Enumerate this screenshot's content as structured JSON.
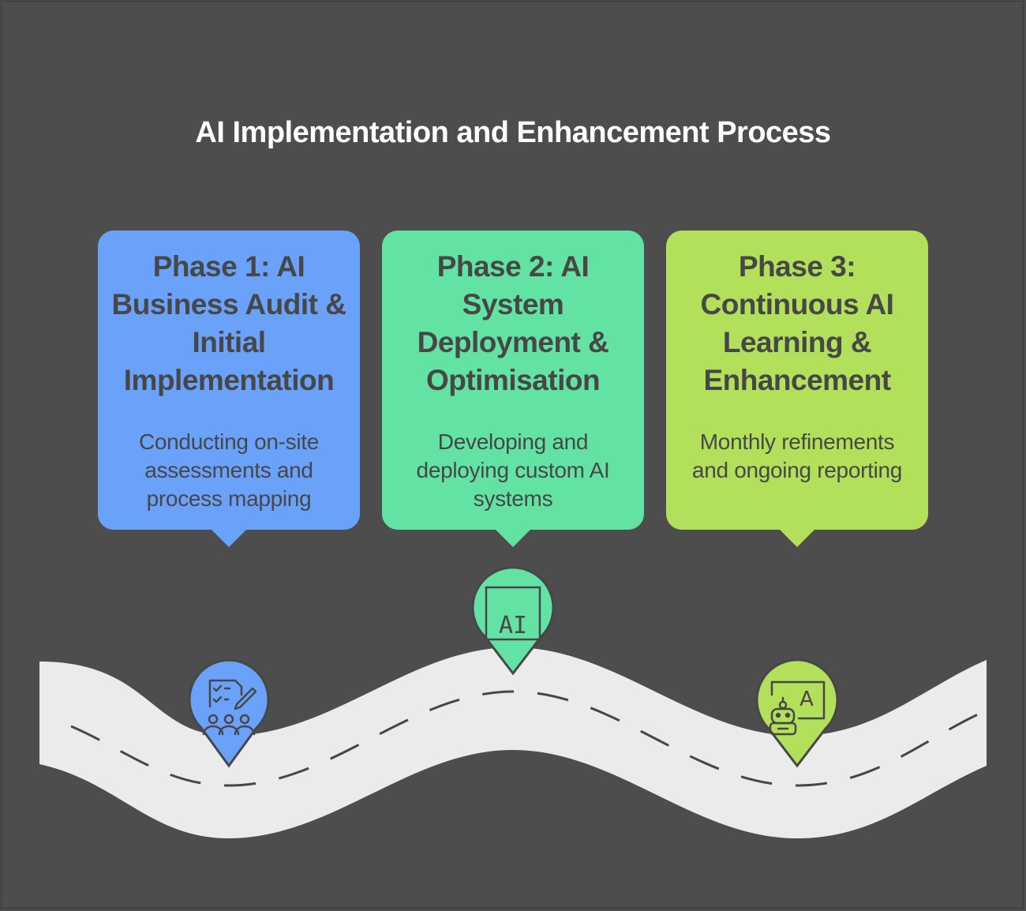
{
  "title": "AI Implementation and Enhancement Process",
  "phases": [
    {
      "heading": "Phase 1: AI Business Audit & Initial Implementation",
      "description": "Conducting on-site assessments and process mapping",
      "color": "#6aa2fa",
      "icon": "audit-checklist-team-icon"
    },
    {
      "heading": "Phase 2: AI System Deployment & Optimisation",
      "description": "Developing and deploying custom AI systems",
      "color": "#62e3a3",
      "icon": "ai-chip-icon"
    },
    {
      "heading": "Phase 3: Continuous AI Learning & Enhancement",
      "description": "Monthly refinements and ongoing reporting",
      "color": "#b2e05a",
      "icon": "robot-learning-board-icon"
    }
  ],
  "marker_labels": {
    "ai_chip": "AI",
    "board_letter": "A"
  },
  "colors": {
    "background": "#4d4d4d",
    "road": "#ebebeb",
    "road_dash": "#474747",
    "text_dark": "#474747"
  }
}
